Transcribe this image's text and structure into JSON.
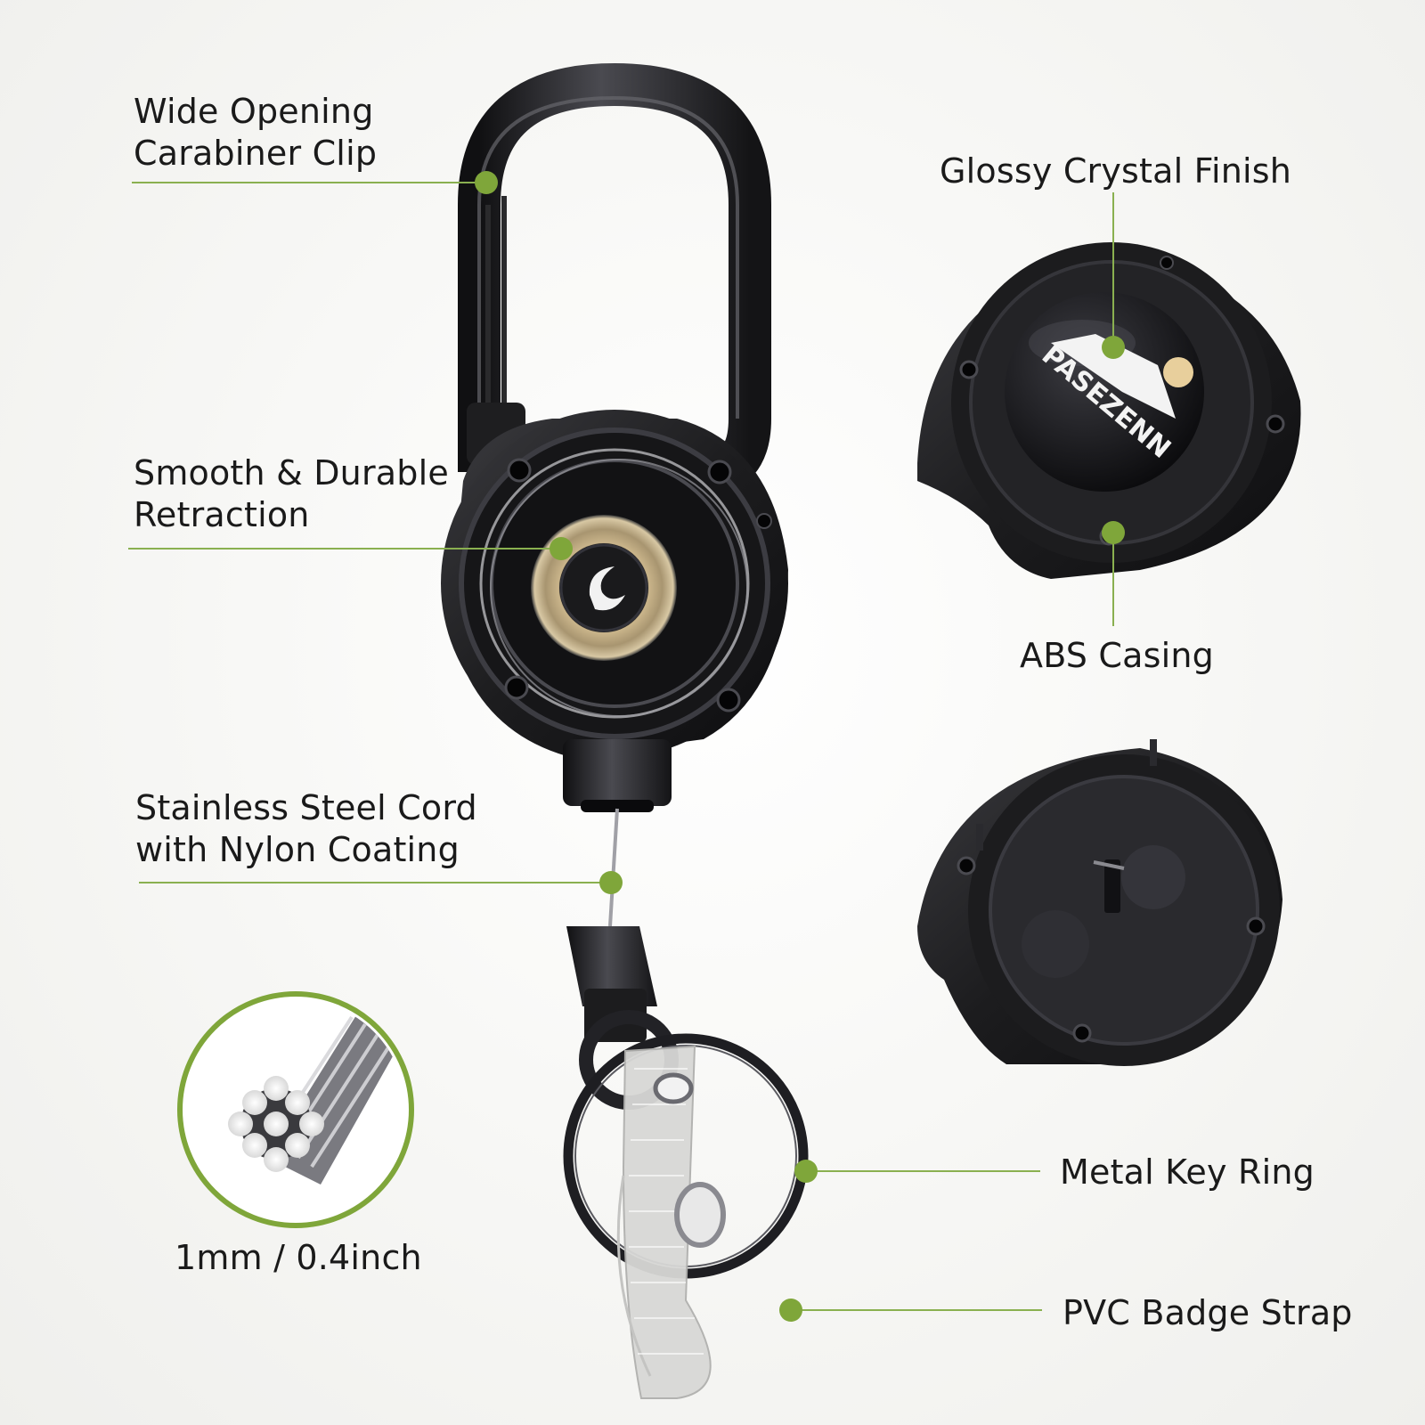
{
  "callouts": {
    "carabiner": {
      "line1": "Wide Opening",
      "line2": "Carabiner Clip"
    },
    "retraction": {
      "line1": "Smooth & Durable",
      "line2": "Retraction"
    },
    "cord": {
      "line1": "Stainless Steel Cord",
      "line2": "with Nylon Coating"
    },
    "crystal": {
      "text": "Glossy Crystal Finish"
    },
    "casing": {
      "text": "ABS Casing"
    },
    "key_ring": {
      "text": "Metal Key Ring"
    },
    "badge_strap": {
      "text": "PVC Badge Strap"
    },
    "cord_size": {
      "text": "1mm / 0.4inch"
    }
  },
  "logo": {
    "brand": "PASEZENN"
  },
  "colors": {
    "accent_green": "#7fa63a",
    "leader_line": "#8ab050",
    "product_black": "#1c1c1e",
    "gloss_highlight": "#5a5a60",
    "spring_brass": "#c9b48a",
    "background": "#f4f4f2"
  },
  "icons": [
    "steel-cable-cross-section-icon",
    "mountain-sun-logo-icon"
  ]
}
